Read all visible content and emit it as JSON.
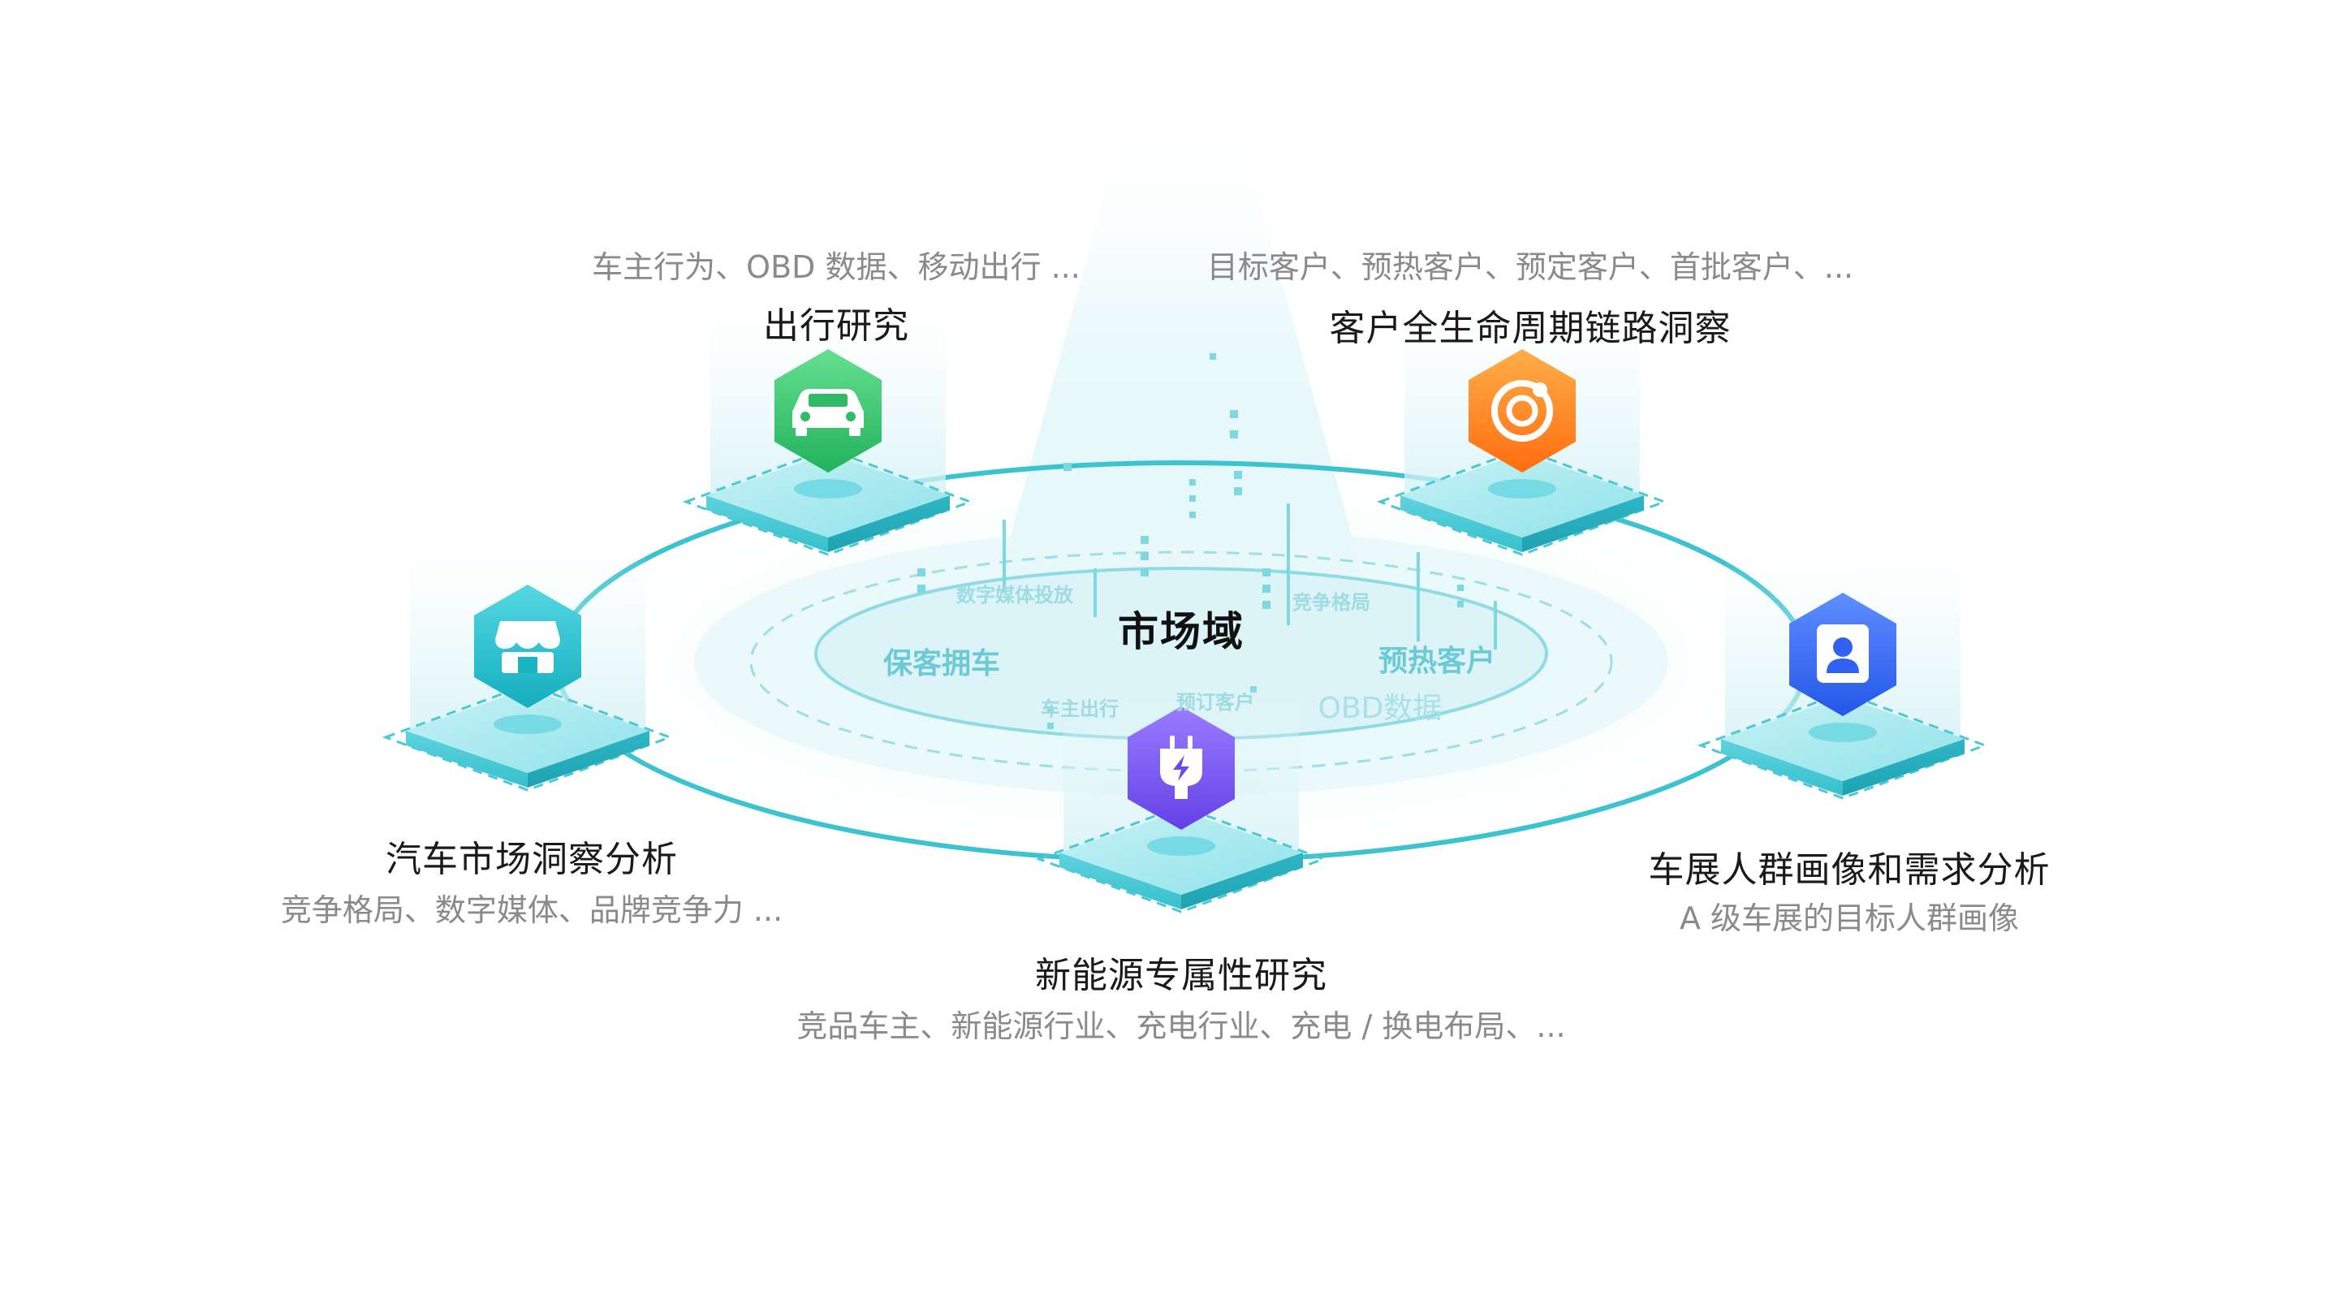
{
  "center": {
    "title": "市场域",
    "tags": [
      "保客拥车",
      "数字媒体投放",
      "车主出行",
      "预订客户",
      "OBD数据",
      "竞争格局",
      "预热客户"
    ]
  },
  "modules": [
    {
      "id": "travel",
      "title": "出行研究",
      "subtitle": "车主行为、OBD 数据、移动出行 ...",
      "icon": "car-icon",
      "color": "#3cc772"
    },
    {
      "id": "customer",
      "title": "客户全生命周期链路洞察",
      "subtitle": "目标客户、预热客户、预定客户、首批客户、...",
      "icon": "orbit-icon",
      "color": "#ff8a1f"
    },
    {
      "id": "market",
      "title": "汽车市场洞察分析",
      "subtitle": "竞争格局、数字媒体、品牌竞争力 ...",
      "icon": "store-icon",
      "color": "#21c1cf"
    },
    {
      "id": "ev",
      "title": "新能源专属性研究",
      "subtitle": "竞品车主、新能源行业、充电行业、充电 / 换电布局、...",
      "icon": "charging-plug-icon",
      "color": "#7a5cf0"
    },
    {
      "id": "expo",
      "title": "车展人群画像和需求分析",
      "subtitle": "A 级车展的目标人群画像",
      "icon": "user-portrait-icon",
      "color": "#3c6cf5"
    }
  ]
}
